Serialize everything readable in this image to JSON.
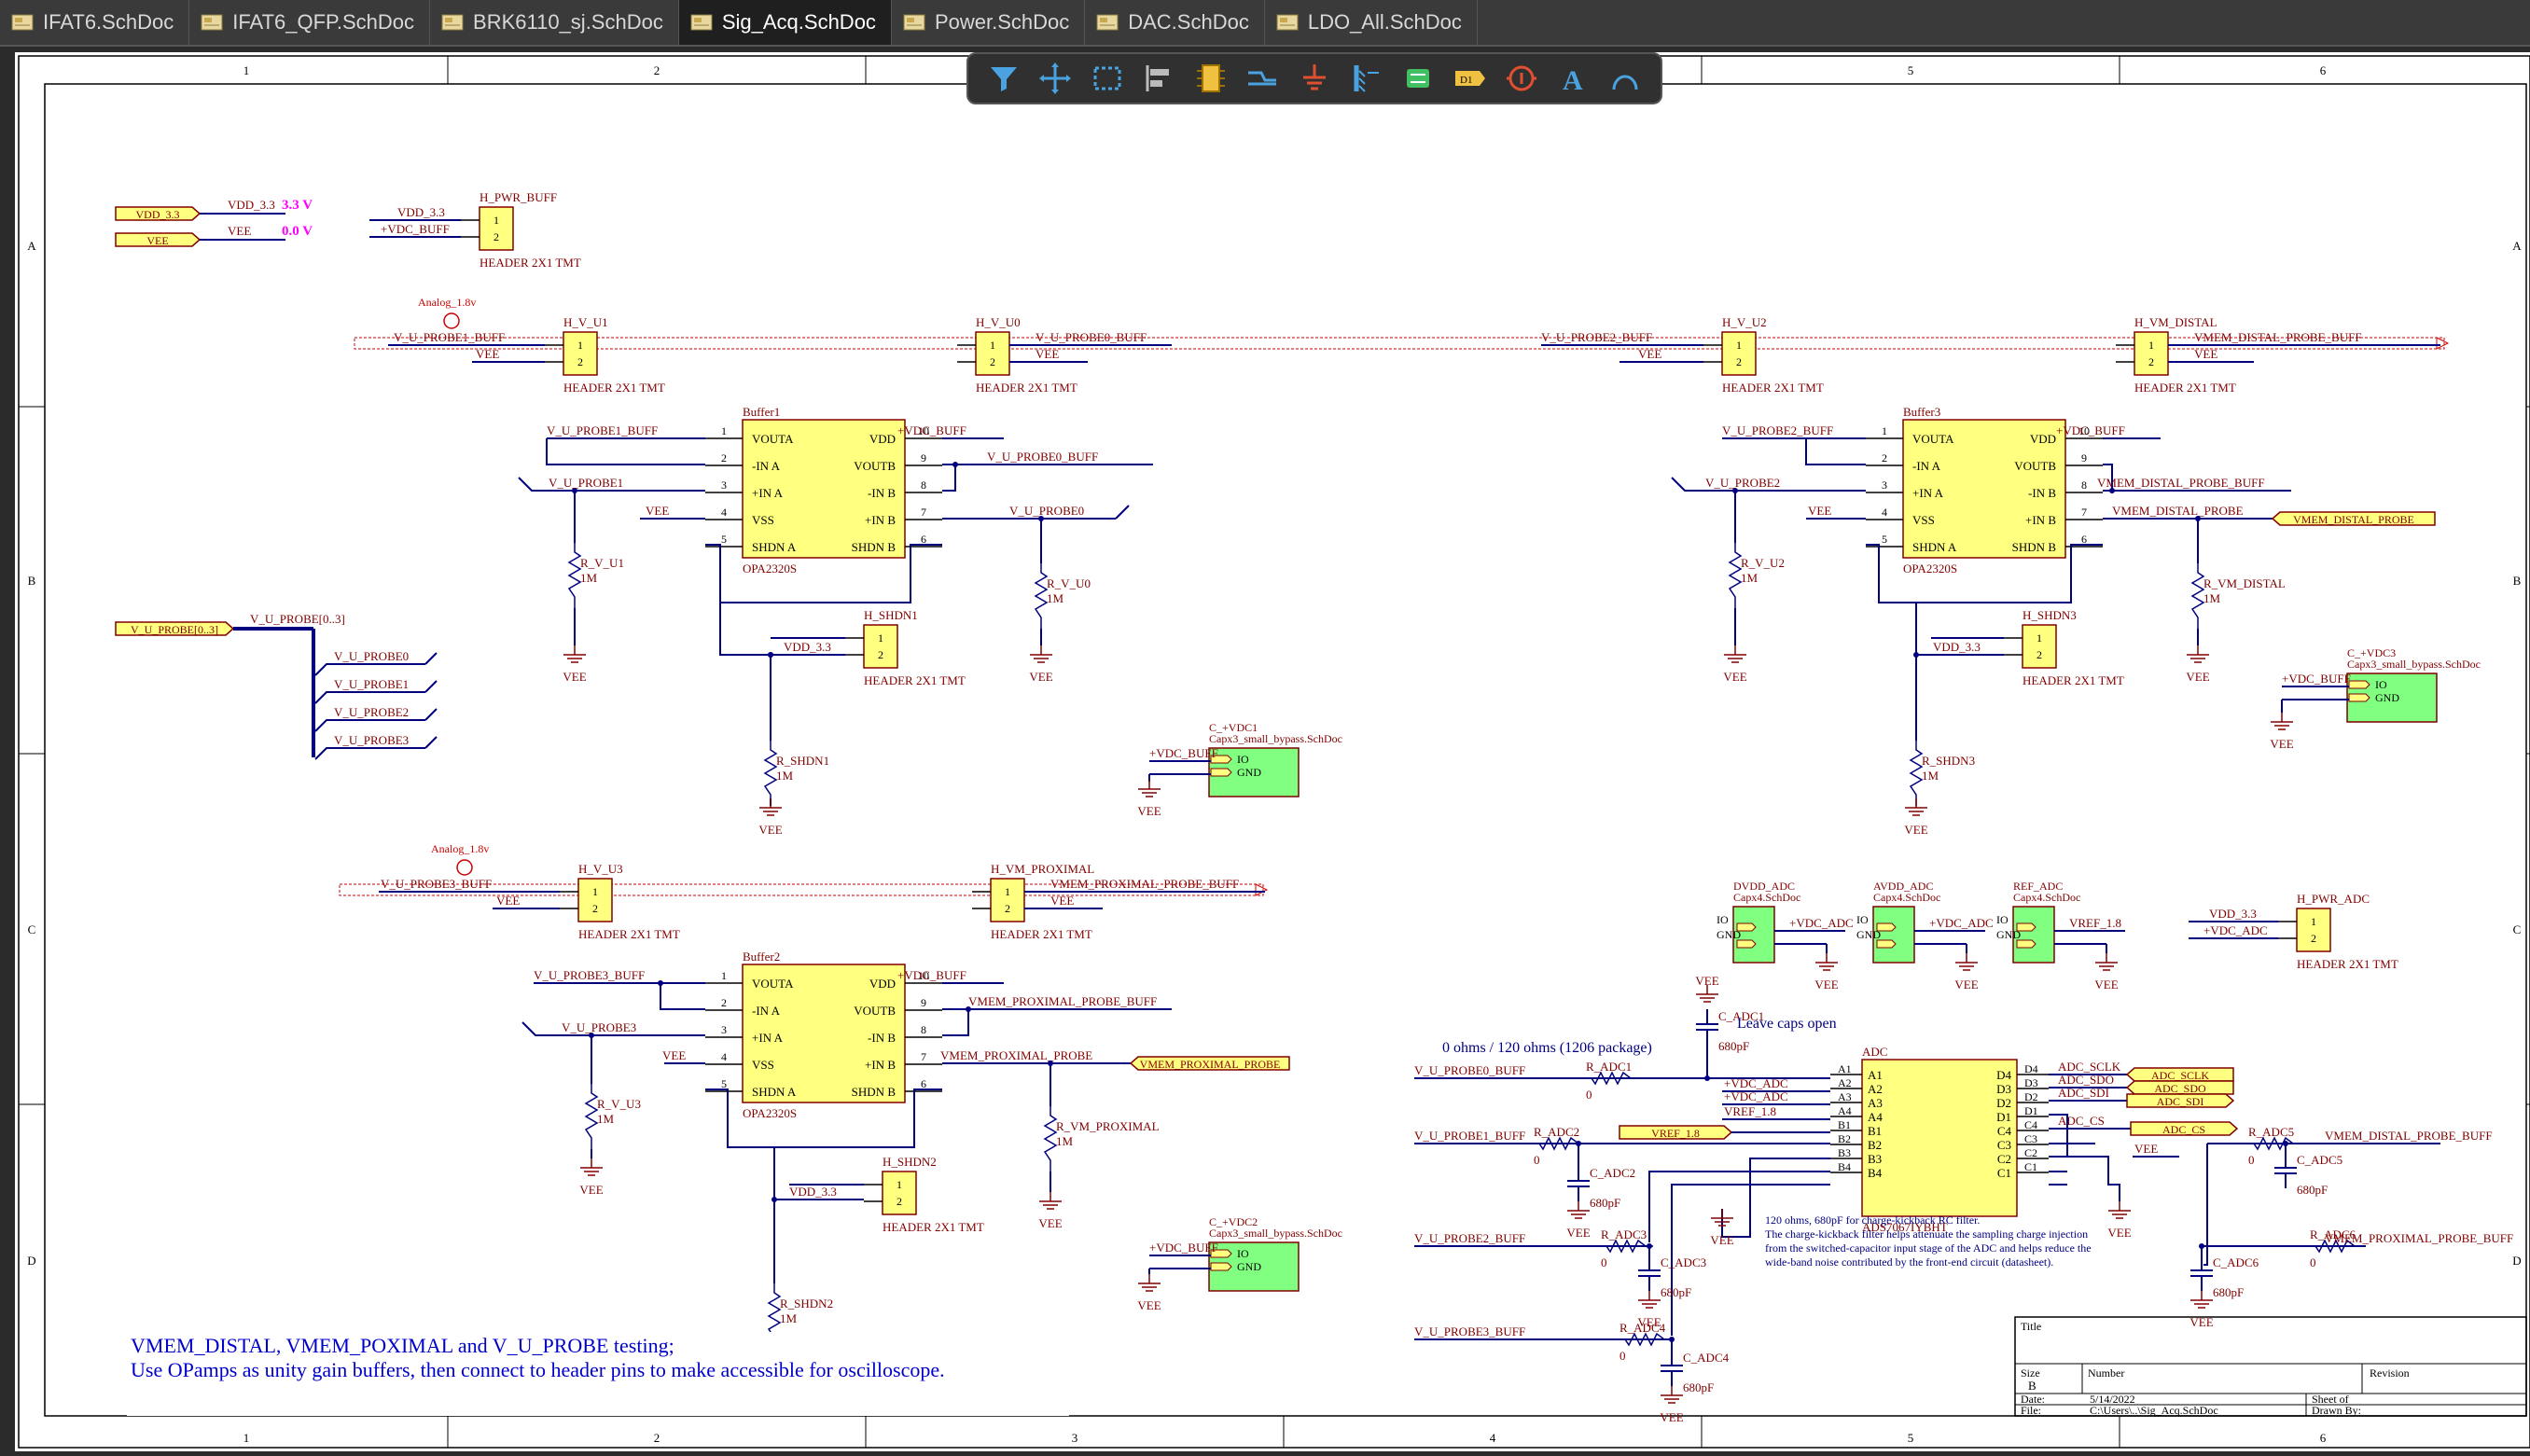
{
  "tabs": [
    {
      "label": "IFAT6.SchDoc"
    },
    {
      "label": "IFAT6_QFP.SchDoc"
    },
    {
      "label": "BRK6110_sj.SchDoc"
    },
    {
      "label": "Sig_Acq.SchDoc",
      "active": true
    },
    {
      "label": "Power.SchDoc"
    },
    {
      "label": "DAC.SchDoc"
    },
    {
      "label": "LDO_All.SchDoc"
    }
  ],
  "toolbar_tools": [
    "filter-icon",
    "move-icon",
    "select-rect-icon",
    "align-icon",
    "part-icon",
    "wire-icon",
    "gnd-power-icon",
    "bus-icon",
    "harness-icon",
    "net-label-icon",
    "parameter-icon",
    "text-icon",
    "arc-icon"
  ],
  "frame": {
    "col_labels": [
      "1",
      "2",
      "3",
      "4",
      "5",
      "6"
    ],
    "row_labels": [
      "A",
      "B",
      "C",
      "D"
    ]
  },
  "colors": {
    "wire": "#000080",
    "label": "#800000",
    "bg": "#ffffff",
    "port": "#ffff80",
    "comp": "#ffff80",
    "sheet_symbol": "#80ff80",
    "red": "#cc0000",
    "magenta": "#ff00ff"
  },
  "labels": {
    "vdd33_port": "VDD_3.3",
    "vdd33_net": "VDD_3.3",
    "vdd33_val": "3.3 V",
    "vee_port": "VEE",
    "vee_net": "VEE",
    "vee_val": "0.0 V",
    "h_pwr_buff": "H_PWR_BUFF",
    "vdc_buff": "+VDC_BUFF",
    "header": "HEADER 2X1 TMT",
    "analog": "Analog_1.8v",
    "h_v_u1": "H_V_U1",
    "h_v_u0": "H_V_U0",
    "h_v_u2": "H_V_U2",
    "h_v_u3": "H_V_U3",
    "h_vm_distal": "H_VM_DISTAL",
    "h_vm_proximal": "H_VM_PROXIMAL",
    "v_u_probe1_buff": "V_U_PROBE1_BUFF",
    "v_u_probe0_buff": "V_U_PROBE0_BUFF",
    "v_u_probe2_buff": "V_U_PROBE2_BUFF",
    "v_u_probe3_buff": "V_U_PROBE3_BUFF",
    "vmem_distal_probe_buff": "VMEM_DISTAL_PROBE_BUFF",
    "vmem_proximal_probe_buff": "VMEM_PROXIMAL_PROBE_BUFF",
    "vmem_distal_probe": "VMEM_DISTAL_PROBE",
    "vmem_proximal_probe": "VMEM_PROXIMAL_PROBE",
    "v_u_probe1": "V_U_PROBE1",
    "v_u_probe0": "V_U_PROBE0",
    "v_u_probe2": "V_U_PROBE2",
    "v_u_probe3": "V_U_PROBE3",
    "buffer1": "Buffer1",
    "buffer2": "Buffer2",
    "buffer3": "Buffer3",
    "opa": "OPA2320S",
    "voutA": "VOUTA",
    "inmA": "-IN A",
    "inpA": "+IN A",
    "vss": "VSS",
    "shdnA": "SHDN A",
    "vdd": "VDD",
    "voutB": "VOUTB",
    "inmB": "-IN B",
    "inpB": "+IN B",
    "shdnB": "SHDN B",
    "r_v_u1": "R_V_U1",
    "r_v_u0": "R_V_U0",
    "r_v_u2": "R_V_U2",
    "r_v_u3": "R_V_U3",
    "r_vm_distal": "R_VM_DISTAL",
    "r_vm_proximal": "R_VM_PROXIMAL",
    "r_shdn1": "R_SHDN1",
    "r_shdn2": "R_SHDN2",
    "r_shdn3": "R_SHDN3",
    "one_m": "1M",
    "h_shdn1": "H_SHDN1",
    "h_shdn2": "H_SHDN2",
    "h_shdn3": "H_SHDN3",
    "bus_port": "V_U_PROBE[0..3]",
    "bus_net": "V_U_PROBE[0..3]",
    "c_vdc1": "C_+VDC1",
    "c_vdc2": "C_+VDC2",
    "c_vdc3": "C_+VDC3",
    "capx3": "Capx3_small_bypass.SchDoc",
    "io": "IO",
    "gnd": "GND",
    "dvdd_adc": "DVDD_ADC",
    "avdd_adc": "AVDD_ADC",
    "ref_adc": "REF_ADC",
    "capx4": "Capx4.SchDoc",
    "vdc_adc": "+VDC_ADC",
    "vref_18": "VREF_1.8",
    "h_pwr_adc": "H_PWR_ADC",
    "leave_caps": "Leave caps open",
    "ohms_note": "0  ohms / 120 ohms (1206 package)",
    "c_adc1": "C_ADC1",
    "c_adc2": "C_ADC2",
    "c_adc3": "C_ADC3",
    "c_adc4": "C_ADC4",
    "c_adc5": "C_ADC5",
    "c_adc6": "C_ADC6",
    "pf680": "680pF",
    "r_adc1": "R_ADC1",
    "r_adc2": "R_ADC2",
    "r_adc3": "R_ADC3",
    "r_adc4": "R_ADC4",
    "r_adc5": "R_ADC5",
    "r_adc6": "R_ADC6",
    "zero": "0",
    "adc": "ADC",
    "ads": "ADS7067IYBHT",
    "adc_sclk": "ADC_SCLK",
    "adc_sdo": "ADC_SDO",
    "adc_sdi": "ADC_SDI",
    "adc_cs": "ADC_CS",
    "rc_note": [
      "120 ohms, 680pF for charge-kickback RC filter.",
      "The charge-kickback filter helps attenuate the sampling charge injection",
      "from the switched-capacitor input stage of the ADC and helps reduce the",
      "wide-band noise contributed by the front-end circuit (datasheet)."
    ],
    "main_note": [
      "VMEM_DISTAL, VMEM_POXIMAL and V_U_PROBE testing;",
      "Use OPamps as unity gain buffers, then connect to header pins to make accessible for oscilloscope."
    ],
    "tb_title": "Title",
    "tb_size": "Size",
    "tb_size_val": "B",
    "tb_number": "Number",
    "tb_revision": "Revision",
    "tb_date": "Date:",
    "tb_date_val": "5/14/2022",
    "tb_file": "File:",
    "tb_file_val": "C:\\Users\\..\\Sig_Acq.SchDoc",
    "tb_sheet": "Sheet   of",
    "tb_drawn": "Drawn By:"
  }
}
